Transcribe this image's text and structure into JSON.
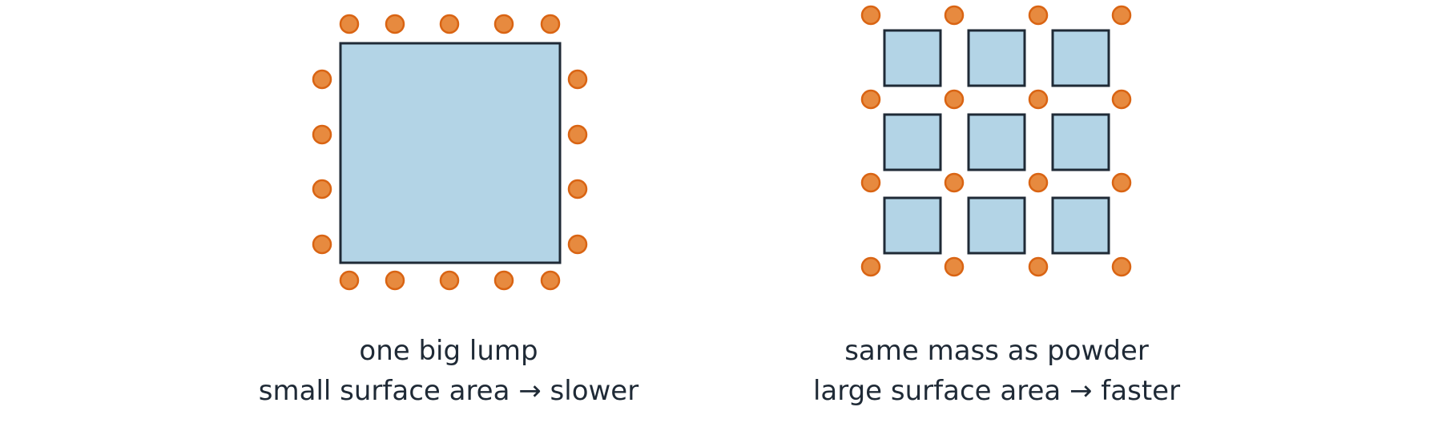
{
  "left_panel": {
    "line1": "one big lump",
    "line2": "small surface area → slower",
    "grid": 1
  },
  "right_panel": {
    "line1": "same mass as powder",
    "line2": "large surface area → faster",
    "grid": 3
  },
  "colors": {
    "solid_fill": "#b3d4e6",
    "solid_stroke": "#1f2a36",
    "particle_fill": "#e78a3f",
    "particle_stroke": "#d96413"
  }
}
